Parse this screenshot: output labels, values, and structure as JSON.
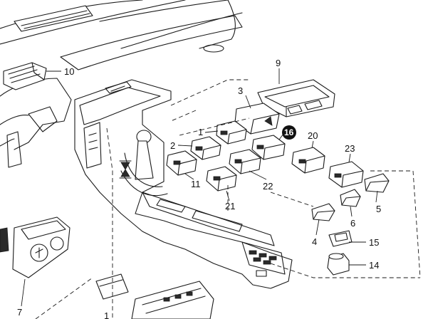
{
  "callouts": {
    "c1": "1",
    "c2": "2",
    "c3": "3",
    "c4": "4",
    "c5": "5",
    "c6": "6",
    "c7": "7",
    "c9": "9",
    "c10": "10",
    "c11": "11",
    "c14": "14",
    "c15": "15",
    "c16": "16",
    "c20": "20",
    "c21": "21",
    "c22": "22",
    "c23": "23",
    "c_partial": "1"
  },
  "colors": {
    "line": "#1a1a1a",
    "highlight_badge": "#111111",
    "background": "#ffffff"
  }
}
